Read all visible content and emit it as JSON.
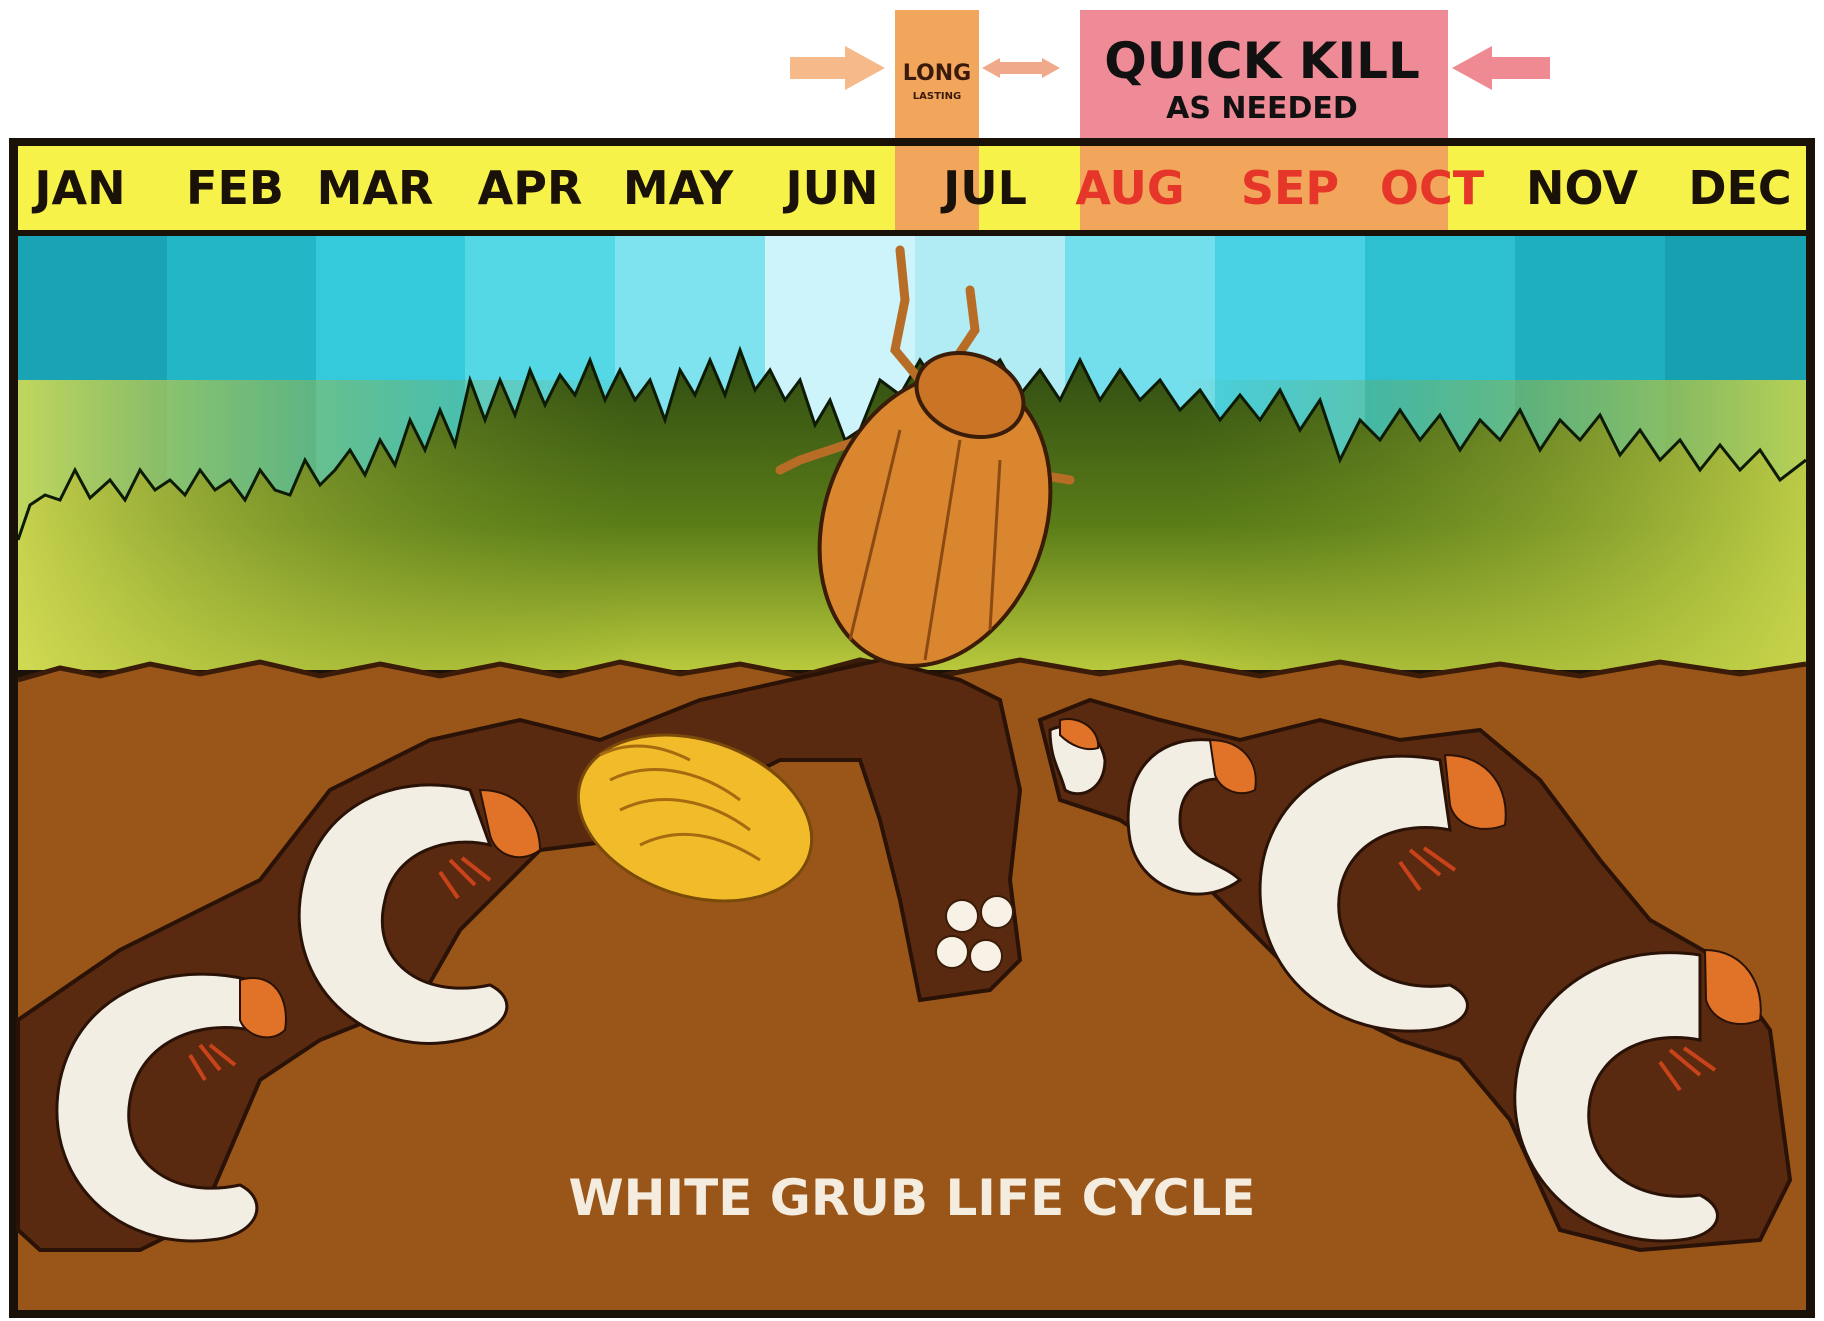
{
  "header": {
    "long_lasting_title": "LONG",
    "long_lasting_sub": "LASTING",
    "quick_kill_title": "QUICK KILL",
    "quick_kill_sub": "AS NEEDED"
  },
  "months": [
    "JAN",
    "FEB",
    "MAR",
    "APR",
    "MAY",
    "JUN",
    "JUL",
    "AUG",
    "SEP",
    "OCT",
    "NOV",
    "DEC"
  ],
  "highlighted_months": [
    "AUG",
    "SEP",
    "OCT"
  ],
  "caption": "WHITE GRUB LIFE CYCLE",
  "colors": {
    "month_bar": "#f7f24a",
    "long_lasting_band": "#f2a65c",
    "quick_kill_band": "#ee8b96",
    "quick_kill_text": "#e6362a",
    "soil": "#9a5618",
    "tunnel": "#5a2a10",
    "sky_dark": "#1aa3b4",
    "sky_light": "#cdf3fb",
    "grass": "#6d8a1b",
    "grub": "#f3eee4",
    "grub_head": "#e07328",
    "pupa": "#f2bb2a",
    "beetle": "#d9862f"
  }
}
